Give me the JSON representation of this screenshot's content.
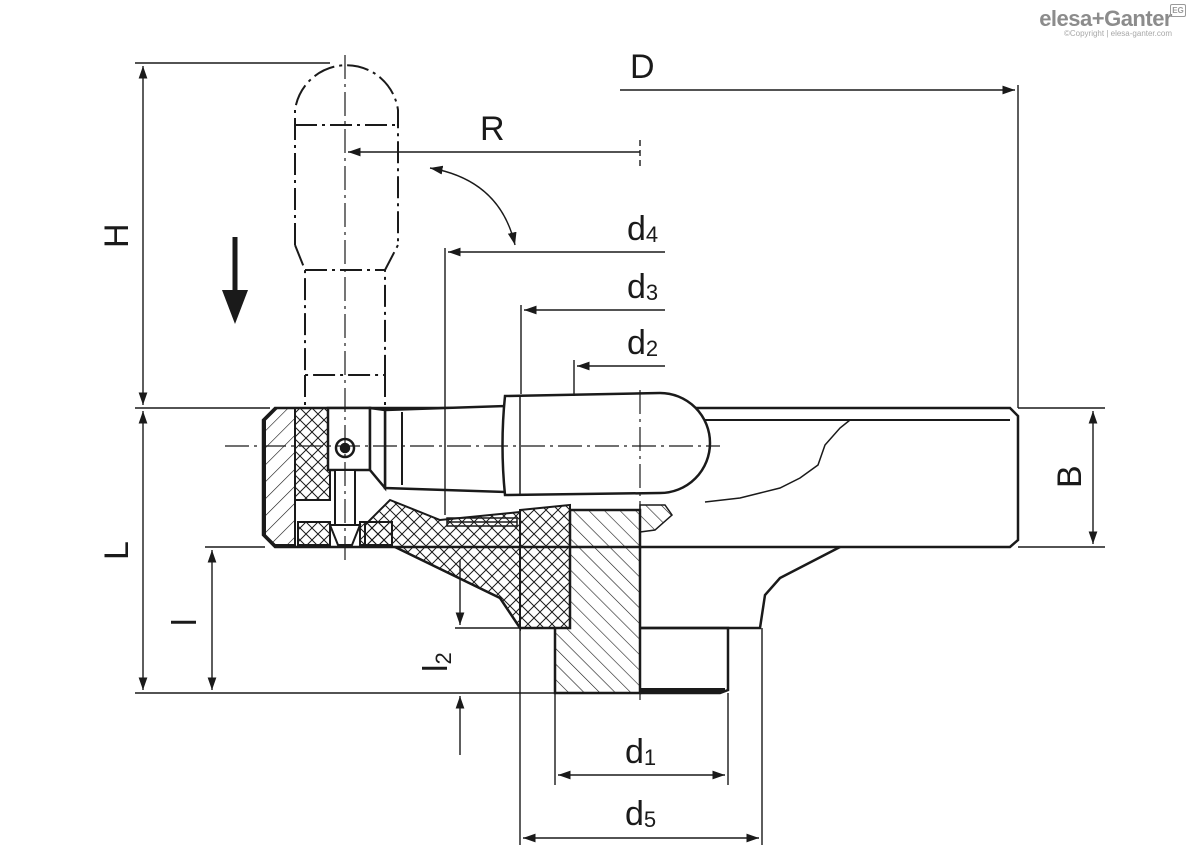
{
  "brand": {
    "name": "elesa+Ganter",
    "badge": "EG",
    "copyright": "©Copyright | elesa-ganter.com"
  },
  "dimensions": {
    "D": "D",
    "R": "R",
    "H": "H",
    "L": "L",
    "l": "l",
    "l2": {
      "base": "l",
      "sub": "2"
    },
    "B": "B",
    "d1": {
      "base": "d",
      "sub": "1"
    },
    "d2": {
      "base": "d",
      "sub": "2"
    },
    "d3": {
      "base": "d",
      "sub": "3"
    },
    "d4": {
      "base": "d",
      "sub": "4"
    },
    "d5": {
      "base": "d",
      "sub": "5"
    }
  }
}
